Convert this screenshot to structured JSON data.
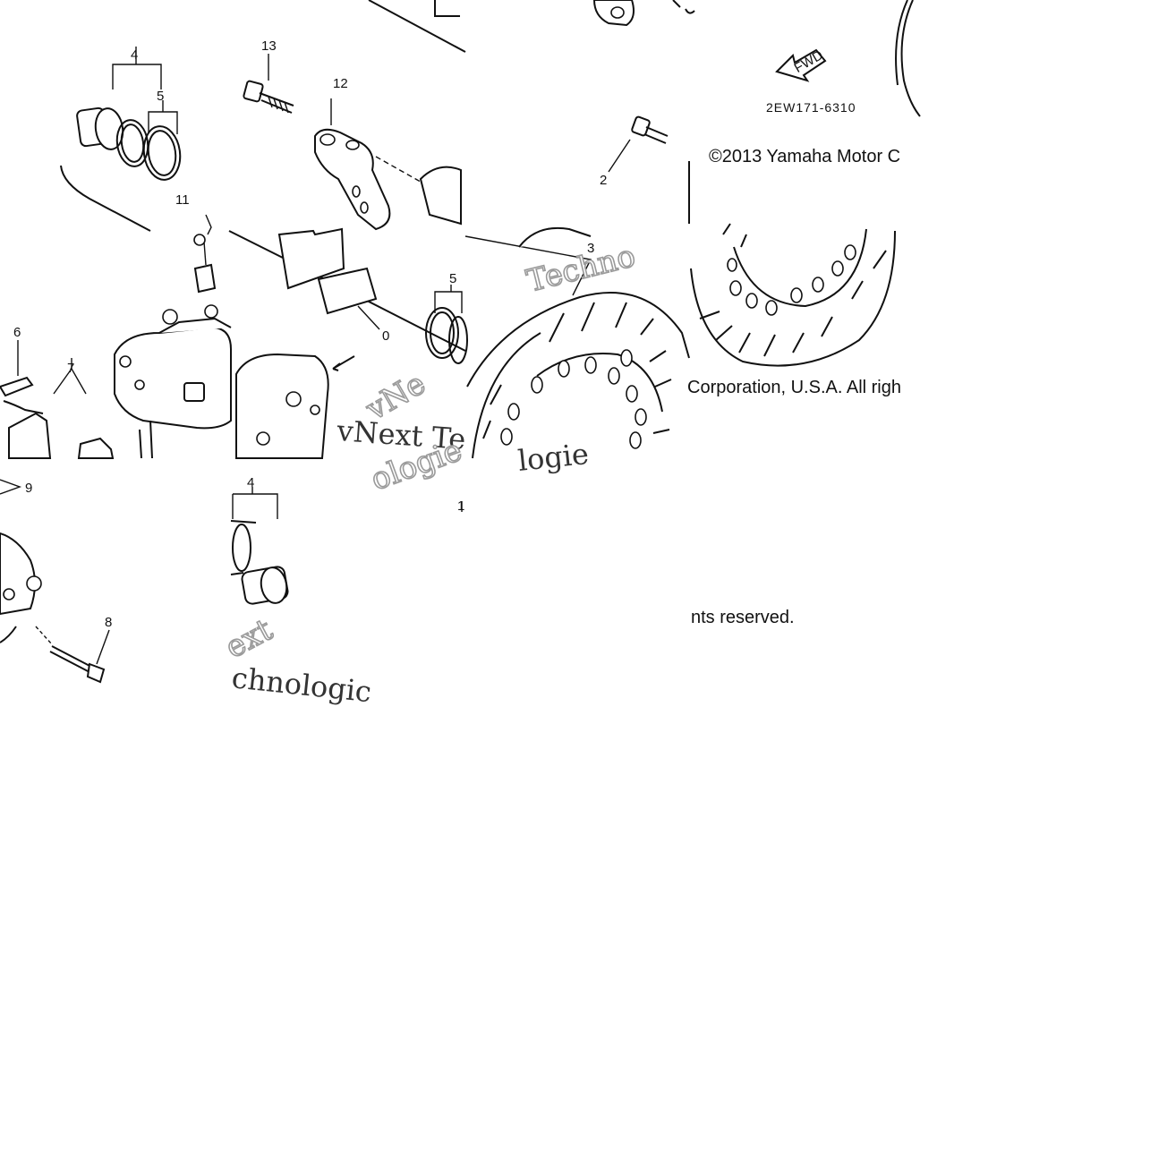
{
  "diagram": {
    "part_code": "2EW171-6310",
    "fwd_label": "FWD",
    "copyright_line_1a": "©2013 Yamaha Motor C",
    "copyright_line_1b": "Corporation, U.S.A. All righ",
    "copyright_line_2": "nts reserved.",
    "callouts": {
      "c1": "1",
      "c2": "2",
      "c3": "3",
      "c4": "4",
      "c4b": "4",
      "c5": "5",
      "c5b": "5",
      "c6": "6",
      "c7": "7",
      "c8": "8",
      "c9": "9",
      "c10": "0",
      "c11": "11",
      "c12": "12",
      "c13": "13"
    },
    "watermarks": {
      "w1": "Techno",
      "w2": "vNext Te",
      "w3": "logie",
      "w4": "vNe",
      "w5": "ext",
      "w6": "chnologic",
      "w7": "ologie"
    }
  }
}
